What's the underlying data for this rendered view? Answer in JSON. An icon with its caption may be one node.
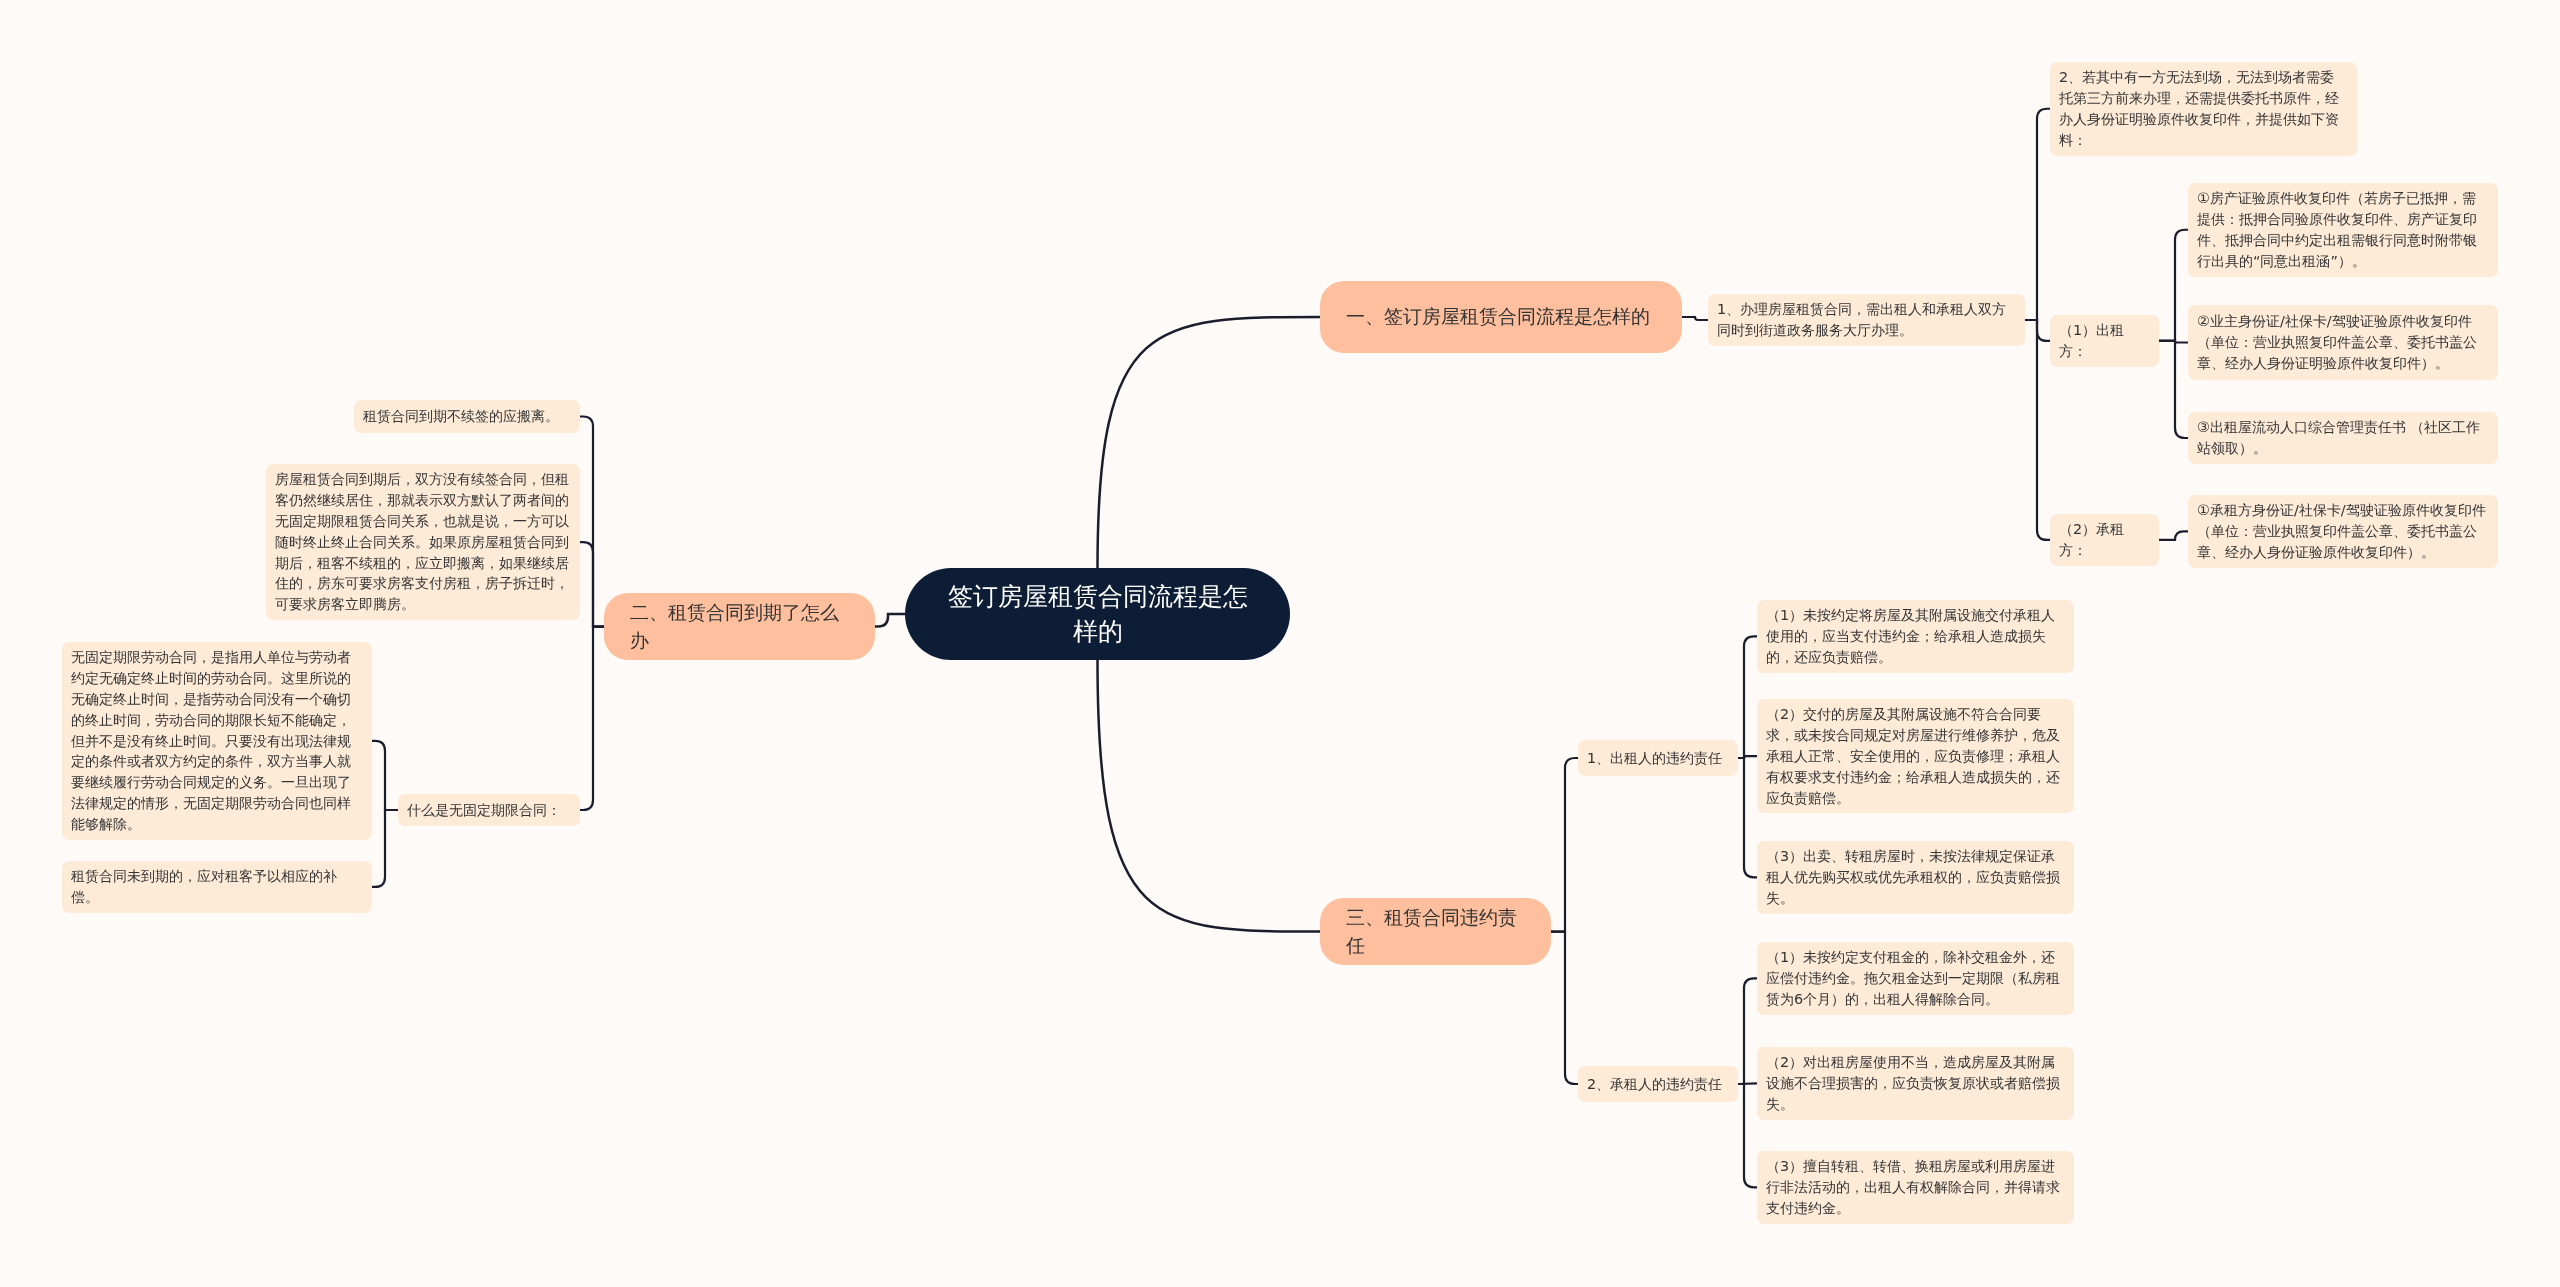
{
  "diagram": {
    "nodes": [
      {
        "text": [
          "签订房屋租赁合同流程是怎样的"
        ]
      },
      {
        "text": [
          "一、签订房屋租赁合同流程是怎样的"
        ]
      },
      {
        "text": [
          "1、办理房屋租赁合同，需出租人和承租人双方同时到街道政务服务大厅办理。"
        ]
      },
      {
        "text": [
          "2、若其中有一方无法到场，无法到场者需委托第三方前来办理，还需提供委托书原件，经办人身份证明验原件收复印件，并提供如下资料："
        ]
      },
      {
        "text": [
          "（1）出租方："
        ]
      },
      {
        "text": [
          "①房产证验原件收复印件（若房子已抵押，需提供：抵押合同验原件收复印件、房产证复印件、抵押合同中约定出租需银行同意时附带银行出具的“同意出租涵”）。"
        ]
      },
      {
        "text": [
          "②业主身份证/社保卡/驾驶证验原件收复印件（单位：营业执照复印件盖公章、委托书盖公章、经办人身份证明验原件收复印件）。"
        ]
      },
      {
        "text": [
          "③出租屋流动人口综合管理责任书 （社区工作站领取）。"
        ]
      },
      {
        "text": [
          "（2）承租方："
        ]
      },
      {
        "text": [
          "①承租方身份证/社保卡/驾驶证验原件收复印件（单位：营业执照复印件盖公章、委托书盖公章、经办人身份证验原件收复印件）。"
        ]
      },
      {
        "text": [
          "二、租赁合同到期了怎么办"
        ]
      },
      {
        "text": [
          "租赁合同到期不续签的应搬离。"
        ]
      },
      {
        "text": [
          "房屋租赁合同到期后，双方没有续签合同，但租客仍然继续居住，那就表示双方默认了两者间的无固定期限租赁合同关系，也就是说，一方可以随时终止终止合同关系。如果原房屋租赁合同到期后，租客不续租的，应立即搬离，如果继续居住的，房东可要求房客支付房租，房子拆迁时，可要求房客立即腾房。"
        ]
      },
      {
        "text": [
          "什么是无固定期限合同："
        ]
      },
      {
        "text": [
          "无固定期限劳动合同，是指用人单位与劳动者约定无确定终止时间的劳动合同。这里所说的无确定终止时间，是指劳动合同没有一个确切的终止时间，劳动合同的期限长短不能确定，但并不是没有终止时间。只要没有出现法律规定的条件或者双方约定的条件，双方当事人就要继续履行劳动合同规定的义务。一旦出现了法律规定的情形，无固定期限劳动合同也同样能够解除。"
        ]
      },
      {
        "text": [
          "租赁合同未到期的，应对租客予以相应的补偿。"
        ]
      },
      {
        "text": [
          "三、租赁合同违约责任"
        ]
      },
      {
        "text": [
          "1、出租人的违约责任"
        ]
      },
      {
        "text": [
          "（1）未按约定将房屋及其附属设施交付承租人使用的，应当支付违约金；给承租人造成损失的，还应负责赔偿。"
        ]
      },
      {
        "text": [
          "（2）交付的房屋及其附属设施不符合合同要求，或未按合同规定对房屋进行维修养护，危及承租人正常、安全使用的，应负责修理；承租人有权要求支付违约金；给承租人造成损失的，还应负责赔偿。"
        ]
      },
      {
        "text": [
          "（3）出卖、转租房屋时，未按法律规定保证承租人优先购买权或优先承租权的，应负责赔偿损失。"
        ]
      },
      {
        "text": [
          "2、承租人的违约责任"
        ]
      },
      {
        "text": [
          "（1）未按约定支付租金的，除补交租金外，还应偿付违约金。拖欠租金达到一定期限（私房租赁为6个月）的，出租人得解除合同。"
        ]
      },
      {
        "text": [
          "（2）对出租房屋使用不当，造成房屋及其附属设施不合理损害的，应负责恢复原状或者赔偿损失。"
        ]
      },
      {
        "text": [
          "（3）擅自转租、转借、换租房屋或利用房屋进行非法活动的，出租人有权解除合同，并得请求支付违约金。"
        ]
      }
    ],
    "edges": [
      {
        "from": 0,
        "to": 1,
        "arrow": "none"
      },
      {
        "from": 1,
        "to": 2,
        "arrow": "none"
      },
      {
        "from": 2,
        "to": 3,
        "arrow": "none"
      },
      {
        "from": 2,
        "to": 4,
        "arrow": "none"
      },
      {
        "from": 4,
        "to": 5,
        "arrow": "none"
      },
      {
        "from": 4,
        "to": 6,
        "arrow": "none"
      },
      {
        "from": 4,
        "to": 7,
        "arrow": "none"
      },
      {
        "from": 2,
        "to": 8,
        "arrow": "none"
      },
      {
        "from": 8,
        "to": 9,
        "arrow": "none"
      },
      {
        "from": 0,
        "to": 10,
        "arrow": "none"
      },
      {
        "from": 10,
        "to": 11,
        "arrow": "none"
      },
      {
        "from": 10,
        "to": 12,
        "arrow": "none"
      },
      {
        "from": 10,
        "to": 13,
        "arrow": "none"
      },
      {
        "from": 13,
        "to": 14,
        "arrow": "none"
      },
      {
        "from": 13,
        "to": 15,
        "arrow": "none"
      },
      {
        "from": 0,
        "to": 16,
        "arrow": "none"
      },
      {
        "from": 16,
        "to": 17,
        "arrow": "none"
      },
      {
        "from": 17,
        "to": 18,
        "arrow": "none"
      },
      {
        "from": 17,
        "to": 19,
        "arrow": "none"
      },
      {
        "from": 17,
        "to": 20,
        "arrow": "none"
      },
      {
        "from": 16,
        "to": 21,
        "arrow": "none"
      },
      {
        "from": 21,
        "to": 22,
        "arrow": "none"
      },
      {
        "from": 21,
        "to": 23,
        "arrow": "none"
      },
      {
        "from": 21,
        "to": 24,
        "arrow": "none"
      }
    ]
  }
}
